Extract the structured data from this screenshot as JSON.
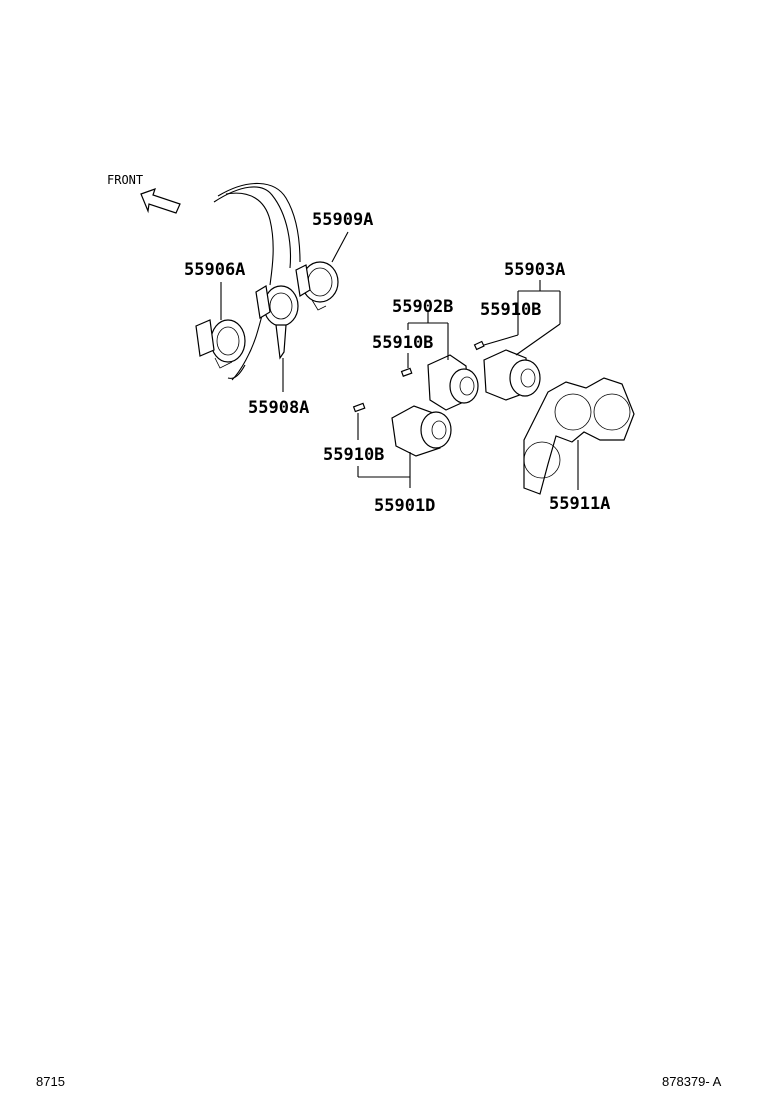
{
  "diagram": {
    "front_label": "FRONT",
    "parts": {
      "p55909A": "55909A",
      "p55906A": "55906A",
      "p55908A": "55908A",
      "p55903A": "55903A",
      "p55902B": "55902B",
      "p55910B_1": "55910B",
      "p55910B_2": "55910B",
      "p55910B_3": "55910B",
      "p55901D": "55901D",
      "p55911A": "55911A"
    }
  },
  "footer": {
    "left_code": "8715",
    "right_code": "878379- A"
  }
}
